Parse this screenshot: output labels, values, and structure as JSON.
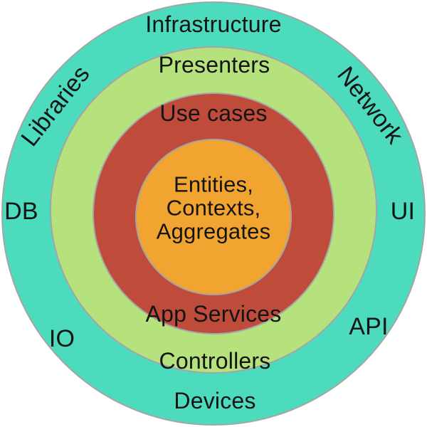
{
  "colors": {
    "infrastructure_ring": "#4cdbbd",
    "adapters_ring": "#b6e27e",
    "application_ring": "#bf4b3b",
    "core_circle": "#f1a42f",
    "ring_stroke": "#a5a5a5",
    "text": "#141414"
  },
  "rings": {
    "infrastructure": {
      "top_label": "Infrastructure",
      "bottom_label": "Devices",
      "left_label": "DB",
      "right_label": "UI",
      "top_left_label": "Libraries",
      "top_right_label": "Network",
      "bottom_left_label": "IO",
      "bottom_right_label": "API"
    },
    "adapters": {
      "top_label": "Presenters",
      "bottom_label": "Controllers"
    },
    "application": {
      "top_label": "Use cases",
      "bottom_label": "App Services"
    },
    "core": {
      "lines": [
        "Entities,",
        "Contexts,",
        "Aggregates"
      ]
    }
  }
}
